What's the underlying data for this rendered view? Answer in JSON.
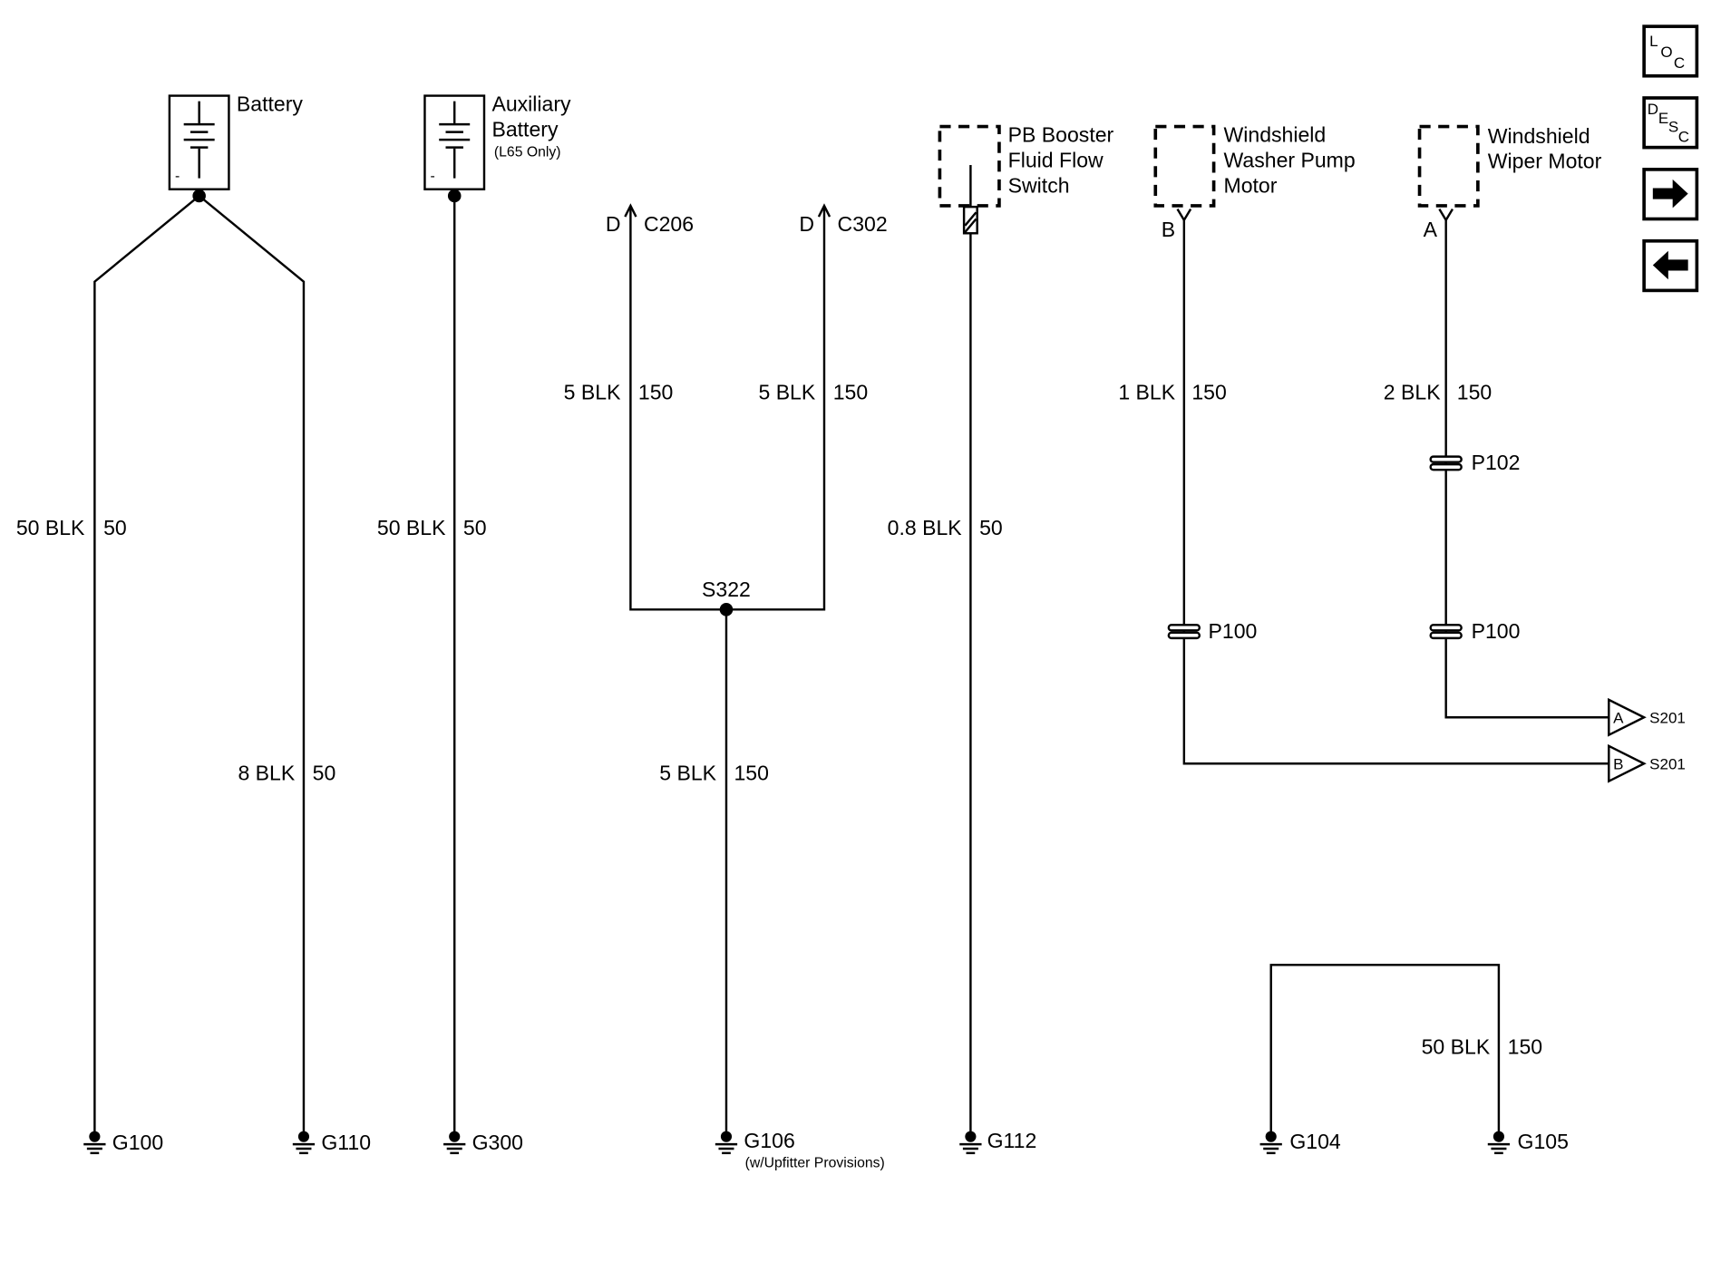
{
  "components": {
    "battery": {
      "label": "Battery",
      "minus": "-"
    },
    "aux_battery": {
      "label_1": "Auxiliary",
      "label_2": "Battery",
      "note": "(L65 Only)",
      "minus": "-"
    },
    "pb_booster": {
      "label_1": "PB Booster",
      "label_2": "Fluid Flow",
      "label_3": "Switch"
    },
    "washer_pump": {
      "label_1": "Windshield",
      "label_2": "Washer Pump",
      "label_3": "Motor",
      "pin": "B"
    },
    "wiper_motor": {
      "label_1": "Windshield",
      "label_2": "Wiper Motor",
      "pin": "A"
    }
  },
  "connectors": {
    "c206": {
      "pin": "D",
      "name": "C206"
    },
    "c302": {
      "pin": "D",
      "name": "C302"
    }
  },
  "wires": {
    "g100": {
      "gauge": "50 BLK",
      "circuit": "50"
    },
    "g110": {
      "gauge": "8 BLK",
      "circuit": "50"
    },
    "g300": {
      "gauge": "50 BLK",
      "circuit": "50"
    },
    "c206": {
      "gauge": "5 BLK",
      "circuit": "150"
    },
    "c302": {
      "gauge": "5 BLK",
      "circuit": "150"
    },
    "g106": {
      "gauge": "5 BLK",
      "circuit": "150"
    },
    "g112": {
      "gauge": "0.8 BLK",
      "circuit": "50"
    },
    "washer": {
      "gauge": "1 BLK",
      "circuit": "150"
    },
    "wiper": {
      "gauge": "2 BLK",
      "circuit": "150"
    },
    "g105": {
      "gauge": "50 BLK",
      "circuit": "150"
    }
  },
  "splices": {
    "s322": "S322"
  },
  "inline_connectors": {
    "p102": "P102",
    "p100_left": "P100",
    "p100_right": "P100"
  },
  "offpage": [
    {
      "letter": "A",
      "ref": "S201"
    },
    {
      "letter": "B",
      "ref": "S201"
    }
  ],
  "grounds": {
    "g100": "G100",
    "g110": "G110",
    "g300": "G300",
    "g106": "G106",
    "g106_note": "(w/Upfitter Provisions)",
    "g112": "G112",
    "g104": "G104",
    "g105": "G105"
  },
  "nav": {
    "loc": {
      "l": "L",
      "o": "O",
      "c": "C"
    },
    "desc": {
      "d": "D",
      "e": "E",
      "s": "S",
      "c": "C"
    }
  }
}
